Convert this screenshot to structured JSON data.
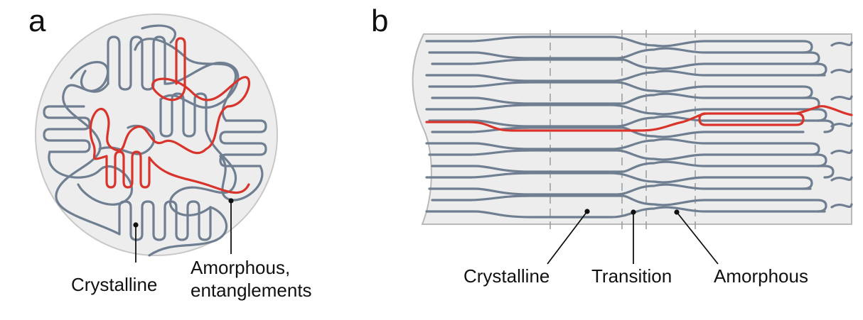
{
  "panels": {
    "a": {
      "letter": "a",
      "labels": {
        "crystalline": "Crystalline",
        "amorphous_line1": "Amorphous,",
        "amorphous_line2": "entanglements"
      }
    },
    "b": {
      "letter": "b",
      "labels": {
        "crystalline": "Crystalline",
        "transition": "Transition",
        "amorphous": "Amorphous"
      }
    }
  },
  "colors": {
    "chain": "#6f7f91",
    "highlight_chain": "#d9342b",
    "region_fill": "#ededed",
    "region_stroke": "#b9b9b9",
    "text": "#111111"
  }
}
